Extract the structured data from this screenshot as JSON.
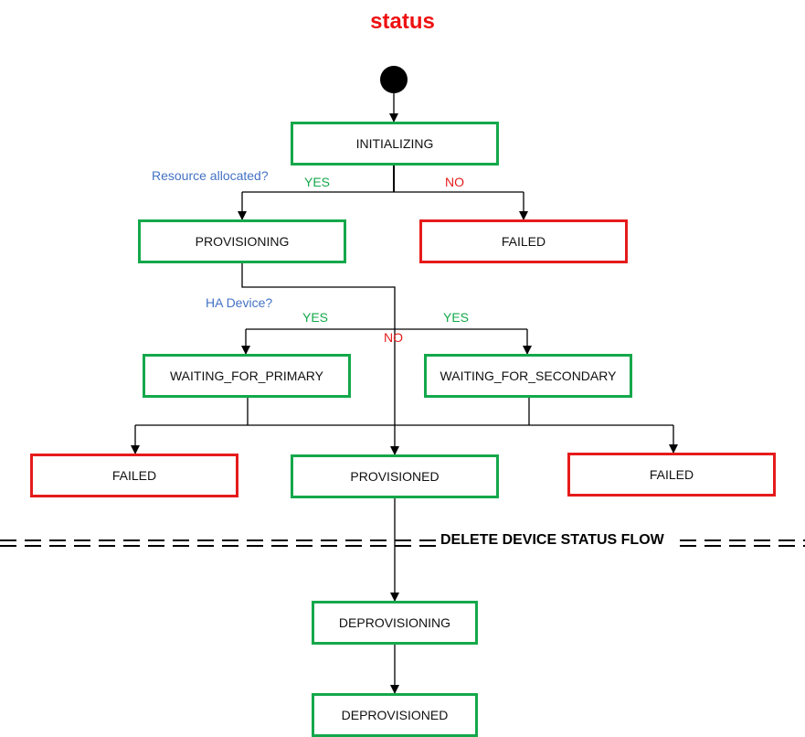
{
  "title": "status",
  "states": {
    "initializing": "INITIALIZING",
    "provisioning": "PROVISIONING",
    "failed_initial": "FAILED",
    "waiting_primary": "WAITING_FOR_PRIMARY",
    "waiting_secondary": "WAITING_FOR_SECONDARY",
    "failed_left": "FAILED",
    "provisioned": "PROVISIONED",
    "failed_right": "FAILED",
    "deprovisioning": "DEPROVISIONING",
    "deprovisioned": "DEPROVISIONED"
  },
  "decisions": {
    "resource_allocated": "Resource allocated?",
    "ha_device": "HA Device?"
  },
  "branches": {
    "yes1": "YES",
    "no1": "NO",
    "yes2": "YES",
    "yes3": "YES",
    "no2": "NO"
  },
  "separator": "DELETE DEVICE STATUS FLOW",
  "colors": {
    "ok_border": "#14a84b",
    "fail_border": "#e51b1b",
    "title": "#ee1111",
    "question": "#4472c4"
  }
}
